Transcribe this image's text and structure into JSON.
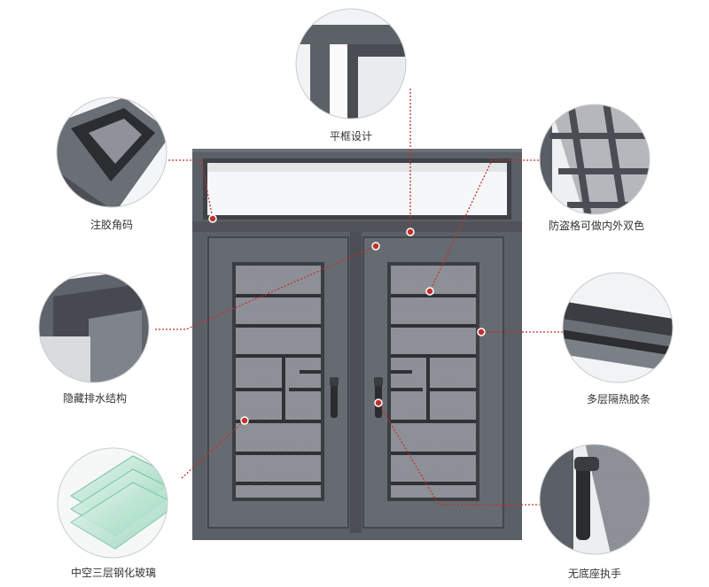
{
  "product": {
    "frame_color": "#5b5f66",
    "frame_dark": "#3f4247",
    "screen_color": "#8b8f95",
    "grille_color": "#2e3136",
    "glass_color": "#f4f6f7",
    "callout_color": "#c4302b"
  },
  "features": [
    {
      "id": "flat-frame",
      "label": "平框设计",
      "icon": "flat-frame-detail-icon"
    },
    {
      "id": "glue-corner",
      "label": "注胶角码",
      "icon": "glue-corner-detail-icon"
    },
    {
      "id": "anti-theft",
      "label": "防盗格可做内外双色",
      "icon": "anti-theft-grille-detail-icon"
    },
    {
      "id": "drainage",
      "label": "隐藏排水结构",
      "icon": "drainage-structure-detail-icon"
    },
    {
      "id": "thermal-strip",
      "label": "多层隔热胶条",
      "icon": "thermal-strip-detail-icon"
    },
    {
      "id": "glass",
      "label": "中空三层钢化玻璃",
      "icon": "triple-glass-detail-icon"
    },
    {
      "id": "handle",
      "label": "无底座执手",
      "icon": "handle-detail-icon"
    }
  ]
}
